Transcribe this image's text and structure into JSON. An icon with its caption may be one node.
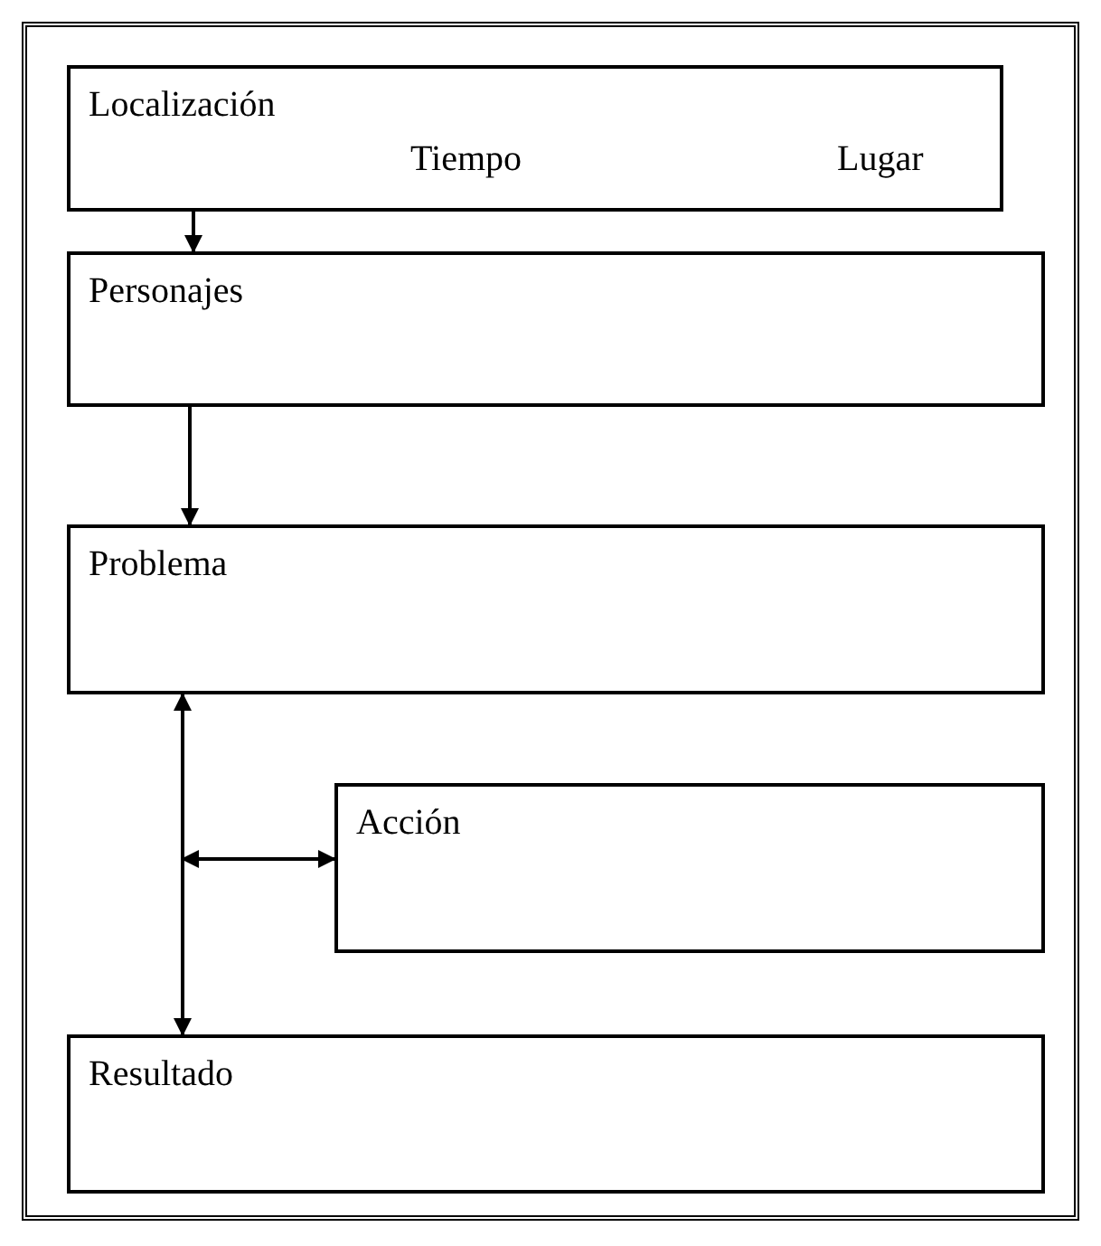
{
  "diagram": {
    "nodes": [
      {
        "text": [
          "Localización",
          "Tiempo",
          "Lugar"
        ]
      },
      {
        "text": [
          "Personajes"
        ]
      },
      {
        "text": [
          "Problema"
        ]
      },
      {
        "text": [
          "Acción"
        ]
      },
      {
        "text": [
          "Resultado"
        ]
      }
    ],
    "edges": [
      {
        "from": 0,
        "to": 1,
        "arrow": "to"
      },
      {
        "from": 1,
        "to": 2,
        "arrow": "to"
      },
      {
        "from": 2,
        "to": 4,
        "arrow": "both"
      },
      {
        "from": null,
        "to": 3,
        "arrow": "both"
      }
    ]
  }
}
